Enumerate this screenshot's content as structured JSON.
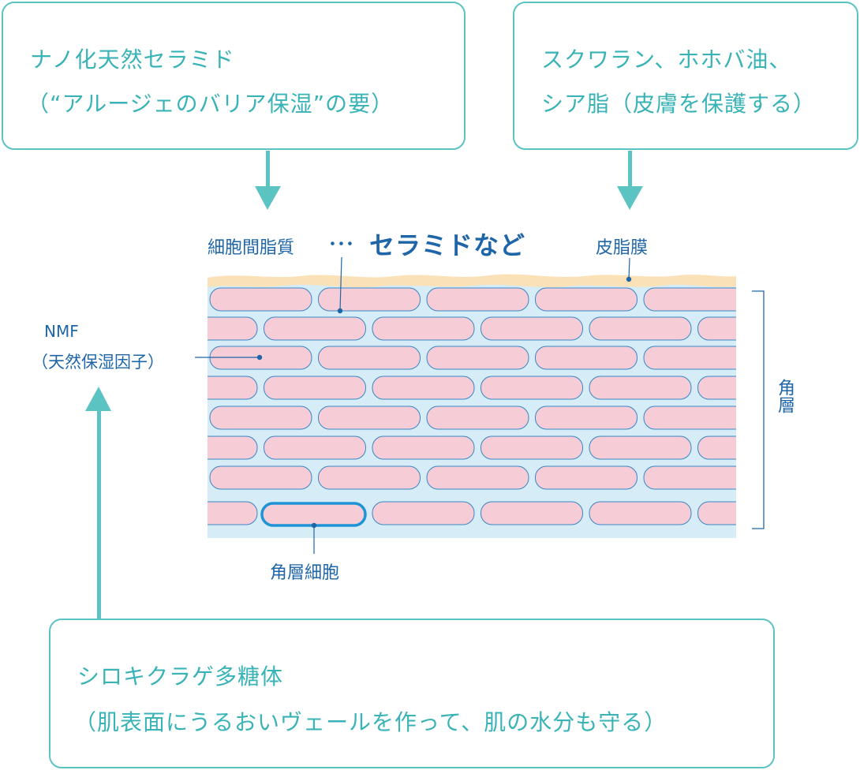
{
  "boxes": {
    "ceramide": {
      "line1": "ナノ化天然セラミド",
      "line2": "（“アルージェのバリア保湿”の要）"
    },
    "oils": {
      "line1": "スクワラン、ホホバ油、",
      "line2": "シア脂（皮膚を保護する）"
    },
    "tremella": {
      "line1": "シロキクラゲ多糖体",
      "line2": "（肌表面にうるおいヴェールを作って、肌の水分も守る）"
    }
  },
  "labels": {
    "intercellular": "細胞間脂質",
    "dots": "･･･",
    "ceramide_etc": "セラミドなど",
    "sebum": "皮脂膜",
    "nmf": "NMF",
    "nmf_full": "（天然保湿因子）",
    "stratum_corneum": "角層",
    "corneocyte": "角層細胞"
  },
  "colors": {
    "box_border": "#5cc3c3",
    "box_text": "#3ab3b7",
    "arrow": "#5cc3c3",
    "label_text": "#1f66a8",
    "cell_fill": "#f6cdd6",
    "cell_stroke": "#3a86c6",
    "intercellular_fill": "#d6ecf7",
    "sebum_fill": "#fbe1b8"
  }
}
